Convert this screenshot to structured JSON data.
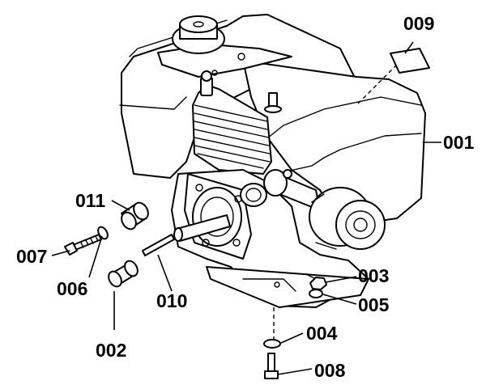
{
  "parts": [
    {
      "id": "001"
    },
    {
      "id": "002"
    },
    {
      "id": "003"
    },
    {
      "id": "004"
    },
    {
      "id": "005"
    },
    {
      "id": "006"
    },
    {
      "id": "007"
    },
    {
      "id": "008"
    },
    {
      "id": "009"
    },
    {
      "id": "010"
    },
    {
      "id": "011"
    }
  ]
}
